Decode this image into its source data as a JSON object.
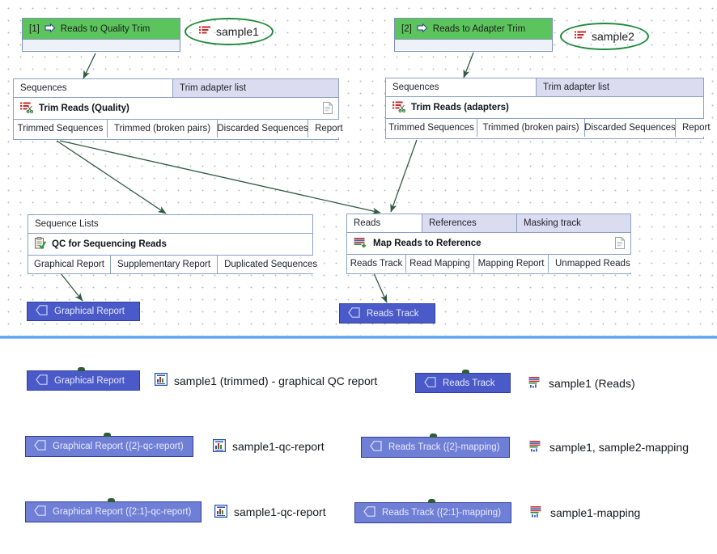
{
  "canvas": {
    "inputs": [
      {
        "index": "[1]",
        "label": "Reads to Quality Trim",
        "icon": "input-arrow-icon"
      },
      {
        "index": "[2]",
        "label": "Reads to Adapter Trim",
        "icon": "input-arrow-icon"
      }
    ],
    "sample_chips": [
      {
        "label": "sample1",
        "icon": "sequence-list-icon"
      },
      {
        "label": "sample2",
        "icon": "sequence-list-icon"
      }
    ],
    "nodes": [
      {
        "title": "Trim Reads (Quality)",
        "icon": "trim-reads-icon",
        "has_report_icon": true,
        "inputs": [
          {
            "label": "Sequences",
            "connected": true
          },
          {
            "label": "Trim adapter list",
            "connected": false
          }
        ],
        "outputs": [
          "Trimmed Sequences",
          "Trimmed (broken pairs)",
          "Discarded Sequences",
          "Report"
        ]
      },
      {
        "title": "Trim Reads (adapters)",
        "icon": "trim-reads-icon",
        "has_report_icon": false,
        "inputs": [
          {
            "label": "Sequences",
            "connected": true
          },
          {
            "label": "Trim adapter list",
            "connected": false
          }
        ],
        "outputs": [
          "Trimmed Sequences",
          "Trimmed (broken pairs)",
          "Discarded Sequences",
          "Report"
        ]
      },
      {
        "title": "QC for Sequencing Reads",
        "icon": "qc-clipboard-icon",
        "has_report_icon": false,
        "inputs": [
          {
            "label": "Sequence Lists",
            "connected": true
          }
        ],
        "outputs": [
          "Graphical Report",
          "Supplementary Report",
          "Duplicated Sequences"
        ]
      },
      {
        "title": "Map Reads to Reference",
        "icon": "map-reads-icon",
        "has_report_icon": true,
        "inputs": [
          {
            "label": "Reads",
            "connected": true
          },
          {
            "label": "References",
            "connected": false
          },
          {
            "label": "Masking track",
            "connected": false
          }
        ],
        "outputs": [
          "Reads Track",
          "Read Mapping",
          "Mapping Report",
          "Unmapped Reads"
        ]
      }
    ],
    "output_boxes": [
      {
        "label": "Graphical Report",
        "icon": "output-tag-icon"
      },
      {
        "label": "Reads Track",
        "icon": "output-tag-icon"
      }
    ]
  },
  "results": {
    "rows": [
      {
        "box_label": "Graphical Report",
        "box_icon": "output-tag-icon",
        "result_label": "sample1 (trimmed) - graphical QC report",
        "result_icon": "graphical-report-icon"
      },
      {
        "box_label": "Reads Track",
        "box_icon": "output-tag-icon",
        "result_label": "sample1 (Reads)",
        "result_icon": "reads-track-icon"
      },
      {
        "box_label": "Graphical Report ({2}-qc-report)",
        "box_icon": "output-tag-icon",
        "result_label": "sample1-qc-report",
        "result_icon": "graphical-report-icon"
      },
      {
        "box_label": "Reads Track ({2}-mapping)",
        "box_icon": "output-tag-icon",
        "result_label": "sample1, sample2-mapping",
        "result_icon": "reads-track-icon"
      },
      {
        "box_label": "Graphical Report ({2:1}-qc-report)",
        "box_icon": "output-tag-icon",
        "result_label": "sample1-qc-report",
        "result_icon": "graphical-report-icon"
      },
      {
        "box_label": "Reads Track ({2:1}-mapping)",
        "box_icon": "output-tag-icon",
        "result_label": "sample1-mapping",
        "result_icon": "reads-track-icon"
      }
    ]
  },
  "colors": {
    "input_green": "#5cc45c",
    "chip_green": "#1f8a3b",
    "node_border": "#8ba0c4",
    "port_unconnected": "#dcdcf0",
    "output_dark": "#4a5ac8",
    "output_light": "#6f7fd6",
    "divider_blue": "#4b9ef5",
    "edge_color": "#2f5b3f"
  }
}
